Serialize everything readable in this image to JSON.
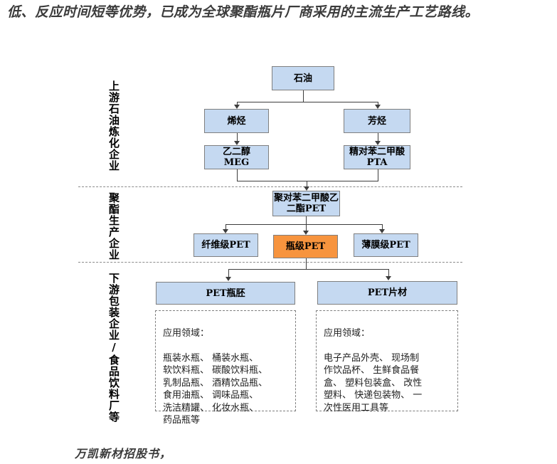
{
  "page": {
    "intro_text": "低、反应时间短等优势，已成为全球聚酯瓶片厂商采用的主流生产工艺路线。",
    "source_text": "万凯新材招股书，"
  },
  "colors": {
    "box_blue": "#C5D9F1",
    "box_orange": "#F7943E",
    "line": "#3D3D3D",
    "border_gray": "#7F7F7F"
  },
  "sections": [
    {
      "label": "上游石油炼化企业"
    },
    {
      "label": "聚酯生产企业"
    },
    {
      "label": "下游包装企业/食品饮料厂等"
    }
  ],
  "nodes": {
    "petroleum": "石油",
    "olefin": "烯烃",
    "aromatic": "芳烃",
    "meg": "乙二醇\nMEG",
    "pta": "精对苯二甲酸\nPTA",
    "pet": "聚对苯二甲酸乙\n二酯PET",
    "fiber_pet": "纤维级PET",
    "bottle_pet": "瓶级PET",
    "film_pet": "薄膜级PET",
    "preform": "PET瓶胚",
    "sheet": "PET片材"
  },
  "applications": {
    "preform": {
      "title": "应用领域：",
      "lines": [
        "瓶装水瓶、 桶装水瓶、",
        "软饮料瓶、 碳酸饮料瓶、",
        "乳制品瓶、 酒精饮品瓶、",
        "食用油瓶、 调味品瓶、",
        "洗洁精罐、 化妆水瓶、",
        "药品瓶等"
      ]
    },
    "sheet": {
      "title": "应用领域：",
      "lines": [
        "电子产品外壳、 现场制",
        "作饮品杯、 生鲜食品餐",
        "盒、 塑料包装盒、 改性",
        "塑料、 快递包装物、 一",
        "次性医用工具等"
      ]
    }
  }
}
